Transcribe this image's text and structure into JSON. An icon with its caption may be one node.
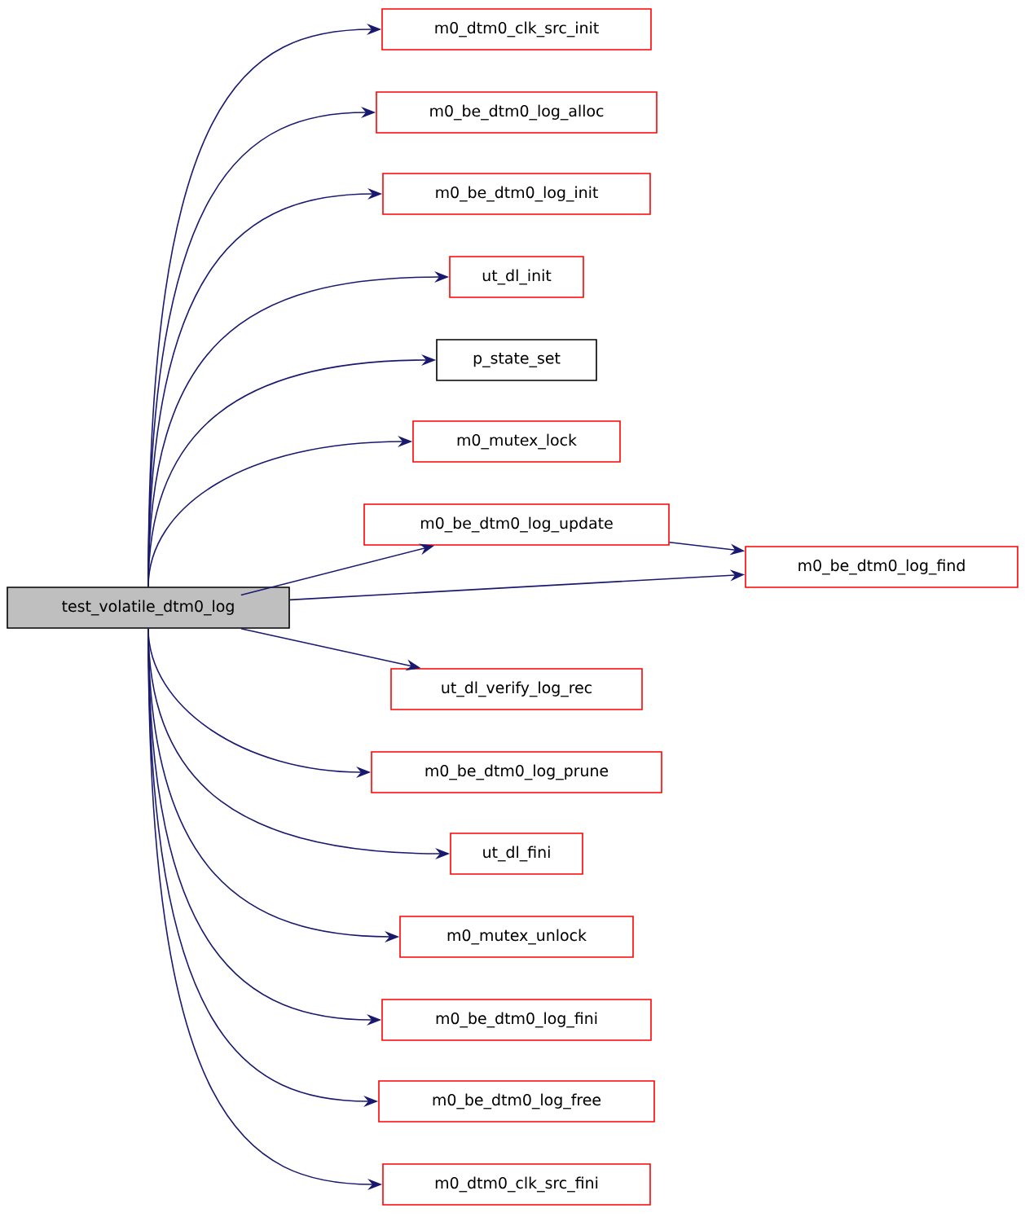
{
  "diagram": {
    "nodes": [
      {
        "text": [
          "test_volatile_dtm0_log"
        ]
      },
      {
        "text": [
          "m0_dtm0_clk_src_init"
        ]
      },
      {
        "text": [
          "m0_be_dtm0_log_alloc"
        ]
      },
      {
        "text": [
          "m0_be_dtm0_log_init"
        ]
      },
      {
        "text": [
          "ut_dl_init"
        ]
      },
      {
        "text": [
          "p_state_set"
        ]
      },
      {
        "text": [
          "m0_mutex_lock"
        ]
      },
      {
        "text": [
          "m0_be_dtm0_log_update"
        ]
      },
      {
        "text": [
          "m0_be_dtm0_log_find"
        ]
      },
      {
        "text": [
          "ut_dl_verify_log_rec"
        ]
      },
      {
        "text": [
          "m0_be_dtm0_log_prune"
        ]
      },
      {
        "text": [
          "ut_dl_fini"
        ]
      },
      {
        "text": [
          "m0_mutex_unlock"
        ]
      },
      {
        "text": [
          "m0_be_dtm0_log_fini"
        ]
      },
      {
        "text": [
          "m0_be_dtm0_log_free"
        ]
      },
      {
        "text": [
          "m0_dtm0_clk_src_fini"
        ]
      }
    ],
    "edges": [
      {
        "from": 0,
        "to": 1,
        "arrow": "to"
      },
      {
        "from": 0,
        "to": 2,
        "arrow": "to"
      },
      {
        "from": 0,
        "to": 3,
        "arrow": "to"
      },
      {
        "from": 0,
        "to": 4,
        "arrow": "to"
      },
      {
        "from": 0,
        "to": 5,
        "arrow": "to"
      },
      {
        "from": 0,
        "to": 6,
        "arrow": "to"
      },
      {
        "from": 0,
        "to": 7,
        "arrow": "to"
      },
      {
        "from": 0,
        "to": 8,
        "arrow": "to"
      },
      {
        "from": 0,
        "to": 9,
        "arrow": "to"
      },
      {
        "from": 0,
        "to": 10,
        "arrow": "to"
      },
      {
        "from": 0,
        "to": 11,
        "arrow": "to"
      },
      {
        "from": 0,
        "to": 12,
        "arrow": "to"
      },
      {
        "from": 0,
        "to": 13,
        "arrow": "to"
      },
      {
        "from": 0,
        "to": 14,
        "arrow": "to"
      },
      {
        "from": 0,
        "to": 15,
        "arrow": "to"
      },
      {
        "from": 7,
        "to": 8,
        "arrow": "to"
      }
    ]
  }
}
